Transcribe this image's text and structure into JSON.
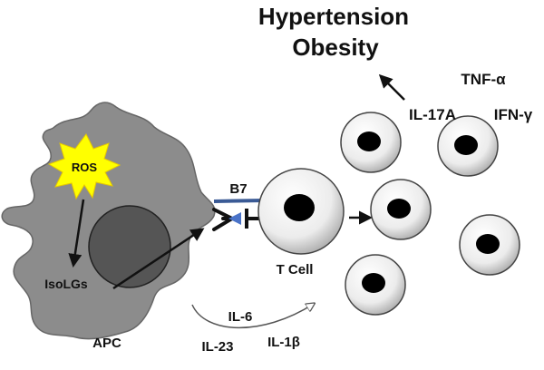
{
  "headline": {
    "line1": "Hypertension",
    "line2": "Obesity"
  },
  "cytokines": {
    "il17a": "IL-17A",
    "tnfa": "TNF-α",
    "ifng": "IFN-γ"
  },
  "apc": {
    "label": "APC",
    "ros": "ROS",
    "isolgs": "IsoLGs"
  },
  "costim": {
    "b7": "B7"
  },
  "tcell": {
    "label": "T Cell"
  },
  "feedback": {
    "il6": "IL-6",
    "il23": "IL-23",
    "il1b": "IL-1β"
  },
  "colors": {
    "apc_fill": "#8c8c8c",
    "nucleus_fill": "#555555",
    "ros_fill": "#ffff00",
    "b7_blue": "#3a5a95",
    "tcr_blue": "#4a73c8",
    "cell_fill": "#ececec"
  }
}
